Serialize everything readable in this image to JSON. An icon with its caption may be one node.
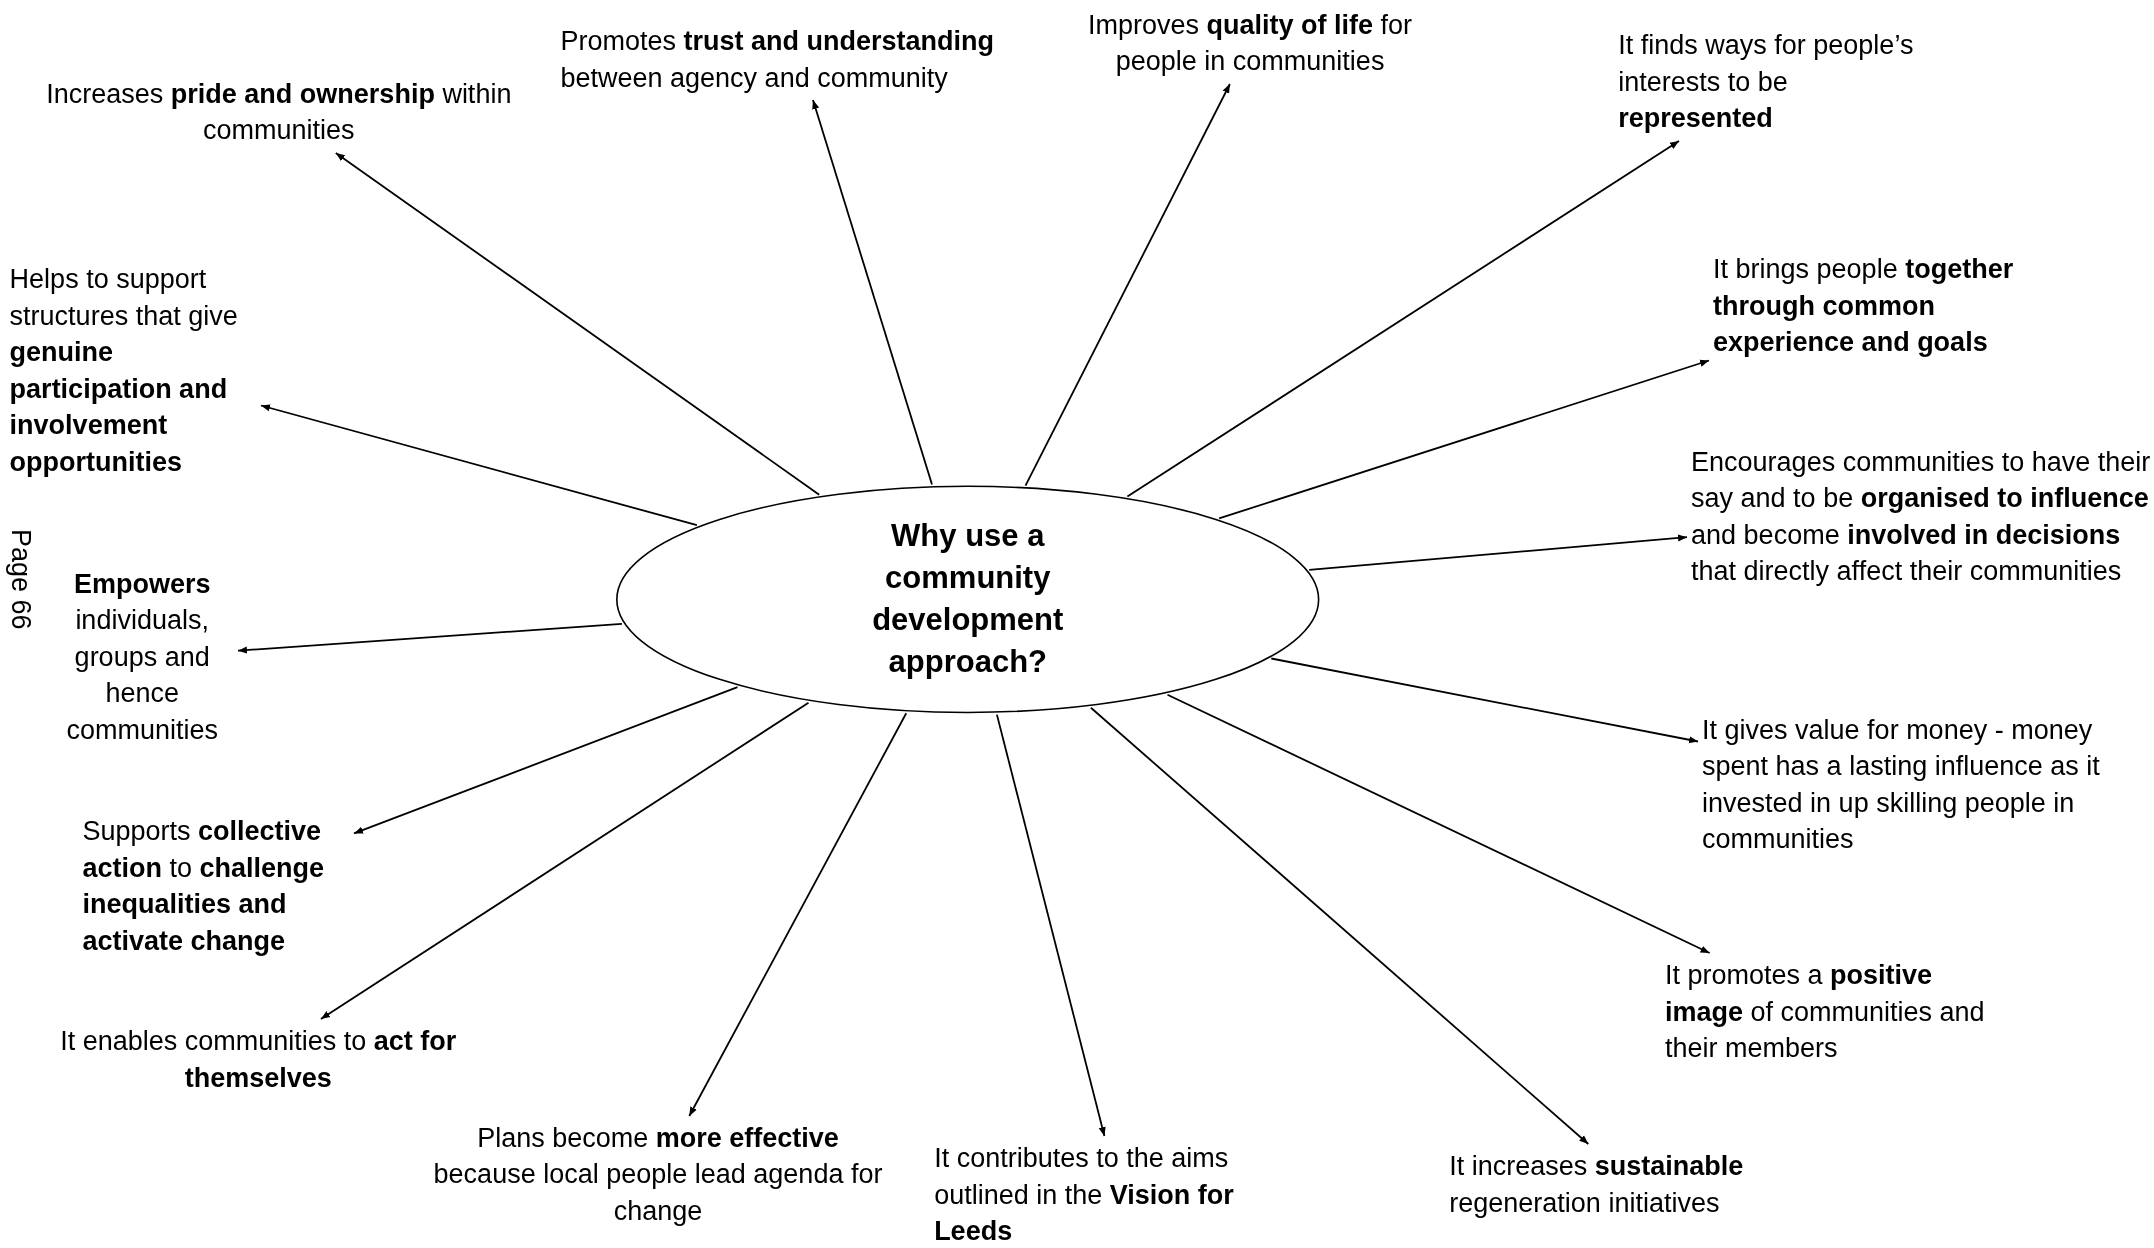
{
  "diagram": {
    "nodes": [
      {
        "text": [
          "Why use a community development approach?"
        ]
      },
      {
        "text": [
          "Increases **pride and ownership** within communities"
        ]
      },
      {
        "text": [
          "Promotes **trust and understanding** between agency and community"
        ]
      },
      {
        "text": [
          "Improves **quality of life** for people in communities"
        ]
      },
      {
        "text": [
          "It finds ways for people’s interests to be **represented**"
        ]
      },
      {
        "text": [
          "It brings people **together through common experience and goals**"
        ]
      },
      {
        "text": [
          "Encourages communities to have their say and to be **organised to influence** and become **involved in decisions** that directly affect their communities"
        ]
      },
      {
        "text": [
          "It gives value for money - money spent has a lasting influence as it invested in up skilling people in communities"
        ]
      },
      {
        "text": [
          "It promotes a **positive image** of communities and their members"
        ]
      },
      {
        "text": [
          "It increases **sustainable** regeneration initiatives"
        ]
      },
      {
        "text": [
          "It contributes to the aims outlined in the **Vision for Leeds**"
        ]
      },
      {
        "text": [
          "Plans become **more effective** because local people lead agenda for change"
        ]
      },
      {
        "text": [
          "It enables communities to **act for themselves**"
        ]
      },
      {
        "text": [
          "Supports **collective action** to **challenge inequalities and activate change**"
        ]
      },
      {
        "text": [
          "**Empowers** individuals, groups and hence communities"
        ]
      },
      {
        "text": [
          "Helps to support structures that give **genuine participation and involvement opportunities**"
        ]
      }
    ],
    "edges": [
      {
        "from": 0,
        "to": 1,
        "arrow": "to"
      },
      {
        "from": 0,
        "to": 2,
        "arrow": "to"
      },
      {
        "from": 0,
        "to": 3,
        "arrow": "to"
      },
      {
        "from": 0,
        "to": 4,
        "arrow": "to"
      },
      {
        "from": 0,
        "to": 5,
        "arrow": "to"
      },
      {
        "from": 0,
        "to": 6,
        "arrow": "to"
      },
      {
        "from": 0,
        "to": 7,
        "arrow": "to"
      },
      {
        "from": 0,
        "to": 8,
        "arrow": "to"
      },
      {
        "from": 0,
        "to": 9,
        "arrow": "to"
      },
      {
        "from": 0,
        "to": 10,
        "arrow": "to"
      },
      {
        "from": 0,
        "to": 11,
        "arrow": "to"
      },
      {
        "from": 0,
        "to": 12,
        "arrow": "to"
      },
      {
        "from": 0,
        "to": 13,
        "arrow": "to"
      },
      {
        "from": 0,
        "to": 14,
        "arrow": "to"
      },
      {
        "from": 0,
        "to": 15,
        "arrow": "to"
      }
    ],
    "labels": [
      "Page 66"
    ]
  }
}
